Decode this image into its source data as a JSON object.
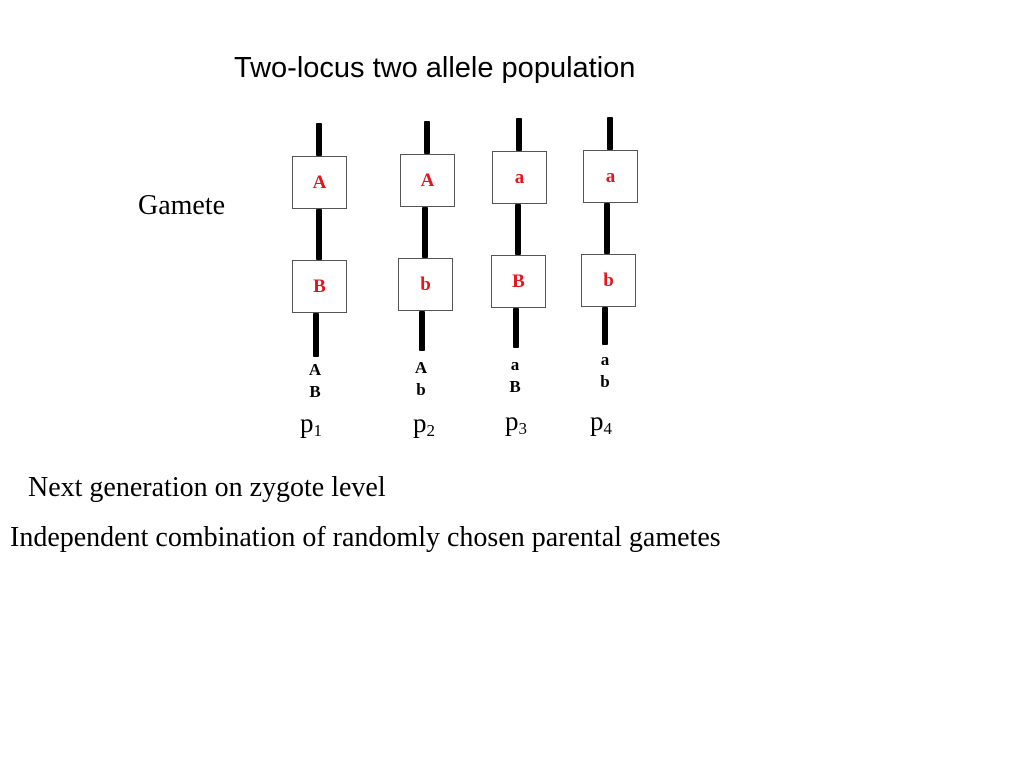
{
  "title": "Two-locus two allele population",
  "gamete_label": "Gamete",
  "colors": {
    "allele_text": "#e8141c",
    "stalk": "#000000",
    "text": "#000000"
  },
  "gametes": [
    {
      "top_allele": "A",
      "bottom_allele": "B",
      "label_line1": "A",
      "label_line2": "B",
      "freq_symbol": "p",
      "freq_index": "1"
    },
    {
      "top_allele": "A",
      "bottom_allele": "b",
      "label_line1": "A",
      "label_line2": "b",
      "freq_symbol": "p",
      "freq_index": "2"
    },
    {
      "top_allele": "a",
      "bottom_allele": "B",
      "label_line1": "a",
      "label_line2": "B",
      "freq_symbol": "p",
      "freq_index": "3"
    },
    {
      "top_allele": "a",
      "bottom_allele": "b",
      "label_line1": "a",
      "label_line2": "b",
      "freq_symbol": "p",
      "freq_index": "4"
    }
  ],
  "next_generation": "Next generation on zygote level",
  "independent_combination": "Independent combination of randomly chosen parental gametes"
}
